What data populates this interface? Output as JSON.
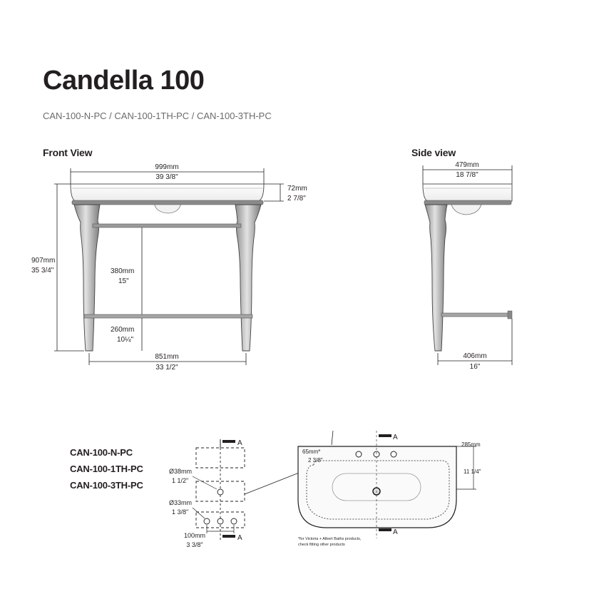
{
  "title": "Candella 100",
  "subtitle": "CAN-100-N-PC / CAN-100-1TH-PC / CAN-100-3TH-PC",
  "front_view": {
    "label": "Front View",
    "overall_width_mm": "999mm",
    "overall_width_in": "39 3/8\"",
    "basin_depth_mm": "72mm",
    "basin_depth_in": "2 7/8\"",
    "height_mm": "907mm",
    "height_in": "35 3/4\"",
    "rail_gap_mm": "380mm",
    "rail_gap_in": "15\"",
    "rail_height_mm": "260mm",
    "rail_height_in": "10¼\"",
    "leg_span_mm": "851mm",
    "leg_span_in": "33 1/2\""
  },
  "side_view": {
    "label": "Side view",
    "depth_mm": "479mm",
    "depth_in": "18 7/8\"",
    "leg_depth_mm": "406mm",
    "leg_depth_in": "16\""
  },
  "models": [
    "CAN-100-N-PC",
    "CAN-100-1TH-PC",
    "CAN-100-3TH-PC"
  ],
  "tap_detail": {
    "section_mark": "A",
    "hole_dia_mm": "Ø38mm",
    "hole_dia_in": "1 1/2\"",
    "small_hole_dia_mm": "Ø33mm",
    "small_hole_dia_in": "1 3/8\"",
    "spacing_mm": "100mm",
    "spacing_in": "3 3/8\""
  },
  "plan_view": {
    "section_mark": "A",
    "offset_mm": "65mm*",
    "offset_in": "2 3/8\"",
    "depth_mm": "285mm",
    "depth_in": "11 1/4\"",
    "note_line1": "*for Victoria + Albert Baths products,",
    "note_line2": "check fitting other products"
  }
}
